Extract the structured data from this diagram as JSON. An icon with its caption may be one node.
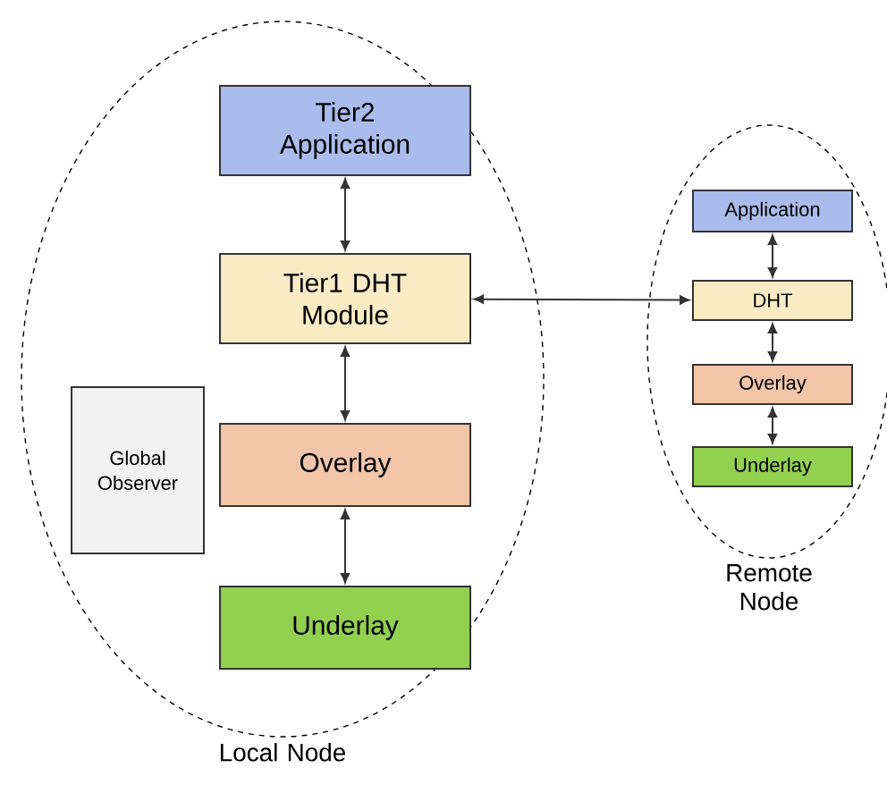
{
  "diagram": {
    "nodes": [
      {
        "text": [
          "Local Node"
        ]
      },
      {
        "text": [
          "Tier2 Application"
        ],
        "in": 0
      },
      {
        "text": [
          "Tier1 DHT Module"
        ],
        "in": 0
      },
      {
        "text": [
          "Global Observer"
        ],
        "in": 0
      },
      {
        "text": [
          "Overlay"
        ],
        "in": 0
      },
      {
        "text": [
          "Underlay"
        ],
        "in": 0
      },
      {
        "text": [
          "Remote Node"
        ]
      },
      {
        "text": [
          "Application"
        ],
        "in": 6
      },
      {
        "text": [
          "DHT"
        ],
        "in": 6
      },
      {
        "text": [
          "Overlay"
        ],
        "in": 6
      },
      {
        "text": [
          "Underlay"
        ],
        "in": 6
      }
    ],
    "edges": [
      {
        "from": 1,
        "to": 2,
        "arrow": "both"
      },
      {
        "from": 2,
        "to": 4,
        "arrow": "both"
      },
      {
        "from": 4,
        "to": 5,
        "arrow": "both"
      },
      {
        "from": 2,
        "to": 8,
        "arrow": "both"
      },
      {
        "from": 7,
        "to": 8,
        "arrow": "both"
      },
      {
        "from": 8,
        "to": 9,
        "arrow": "both"
      },
      {
        "from": 9,
        "to": 10,
        "arrow": "both"
      }
    ]
  }
}
